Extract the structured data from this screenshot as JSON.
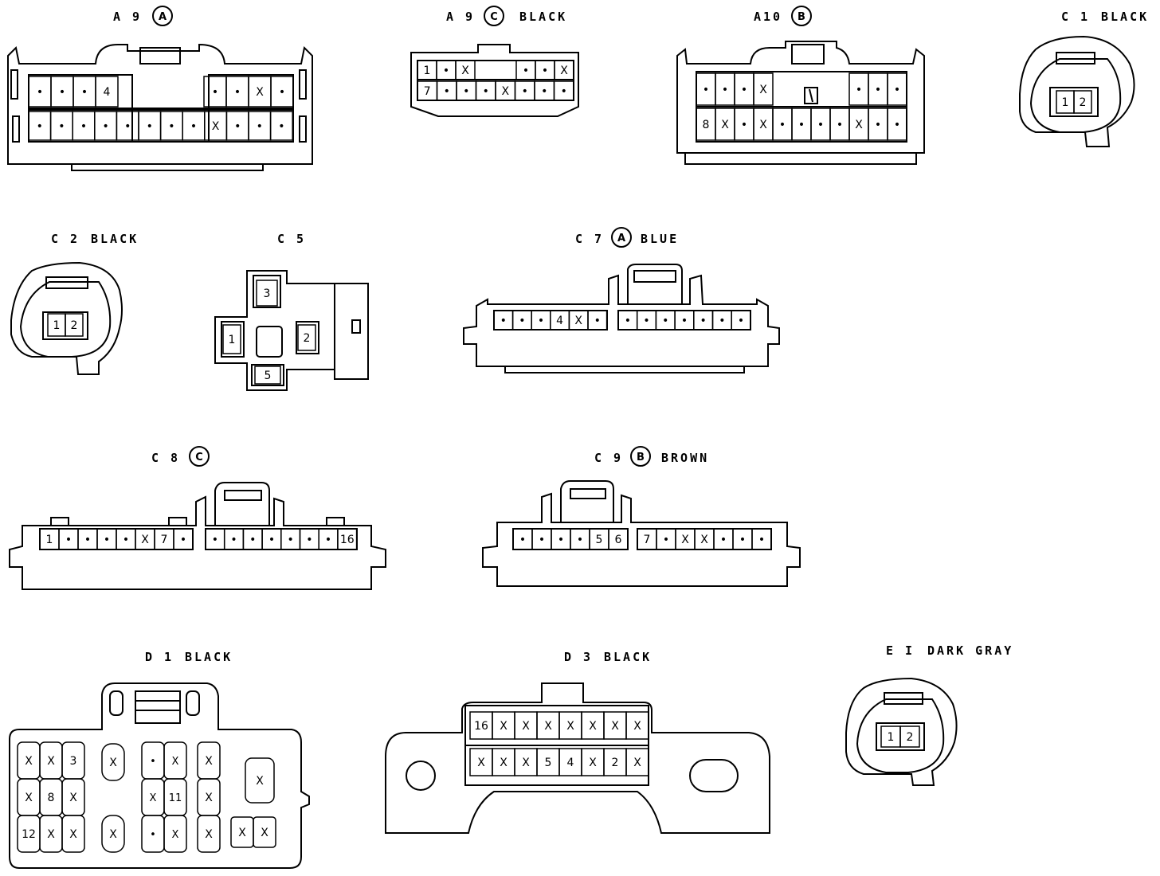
{
  "connectors": [
    {
      "id": "a9a",
      "code": "A 9",
      "circle": "A",
      "color": "",
      "rows": [
        [
          "•",
          "•",
          "•",
          "4"
        ],
        [
          "•",
          "•",
          "X",
          "•"
        ],
        [
          "•",
          "•",
          "•",
          "•",
          "•",
          "•",
          "•",
          "•",
          "X",
          "•",
          "•",
          "•"
        ]
      ]
    },
    {
      "id": "a9c",
      "code": "A 9",
      "circle": "C",
      "color": "BLACK",
      "rows": [
        [
          "1",
          "•",
          "X"
        ],
        [
          "•",
          "•",
          "X"
        ],
        [
          "7",
          "•",
          "•",
          "•",
          "X",
          "•",
          "•",
          "•"
        ]
      ]
    },
    {
      "id": "a10b",
      "code": "A10",
      "circle": "B",
      "color": "",
      "rows": [
        [
          "•",
          "•",
          "•",
          "X"
        ],
        [
          "•",
          "•",
          "•"
        ],
        [
          "8",
          "X",
          "•",
          "X",
          "•",
          "•",
          "•",
          "•",
          "X",
          "•",
          "•"
        ]
      ]
    },
    {
      "id": "c1",
      "code": "C 1",
      "circle": "",
      "color": "BLACK",
      "rows": [
        [
          "1",
          "2"
        ]
      ]
    },
    {
      "id": "c2",
      "code": "C 2",
      "circle": "",
      "color": "BLACK",
      "rows": [
        [
          "1",
          "2"
        ]
      ]
    },
    {
      "id": "c5",
      "code": "C 5",
      "circle": "",
      "color": "",
      "rows": [
        [
          "3",
          "1",
          "2",
          "5"
        ]
      ]
    },
    {
      "id": "c7a",
      "code": "C 7",
      "circle": "A",
      "color": "BLUE",
      "rows": [
        [
          "•",
          "•",
          "•",
          "4",
          "X",
          "•"
        ],
        [
          "•",
          "•",
          "•",
          "•",
          "•",
          "•",
          "•"
        ]
      ]
    },
    {
      "id": "c8c",
      "code": "C 8",
      "circle": "C",
      "color": "",
      "rows": [
        [
          "1",
          "•",
          "•",
          "•",
          "•",
          "X",
          "7",
          "•"
        ],
        [
          "•",
          "•",
          "•",
          "•",
          "•",
          "•",
          "•",
          "16"
        ]
      ]
    },
    {
      "id": "c9b",
      "code": "C 9",
      "circle": "B",
      "color": "BROWN",
      "rows": [
        [
          "•",
          "•",
          "•",
          "•",
          "5",
          "6"
        ],
        [
          "7",
          "•",
          "X",
          "X",
          "•",
          "•",
          "•"
        ]
      ]
    },
    {
      "id": "d1",
      "code": "D 1",
      "circle": "",
      "color": "BLACK",
      "rows": [
        [
          "X",
          "X",
          "3",
          "X",
          "8",
          "X",
          "12",
          "X",
          "X"
        ],
        [
          "X",
          "X"
        ],
        [
          "•",
          "X",
          "X",
          "11",
          "•",
          "X"
        ],
        [
          "X",
          "X",
          "X"
        ],
        [
          "X"
        ],
        [
          "X",
          "X"
        ]
      ]
    },
    {
      "id": "d3",
      "code": "D 3",
      "circle": "",
      "color": "BLACK",
      "rows": [
        [
          "16",
          "X",
          "X",
          "X",
          "X",
          "X",
          "X",
          "X"
        ],
        [
          "X",
          "X",
          "X",
          "5",
          "4",
          "X",
          "2",
          "X"
        ]
      ]
    },
    {
      "id": "e1",
      "code": "E I",
      "circle": "",
      "color": "DARK GRAY",
      "rows": [
        [
          "1",
          "2"
        ]
      ]
    }
  ]
}
